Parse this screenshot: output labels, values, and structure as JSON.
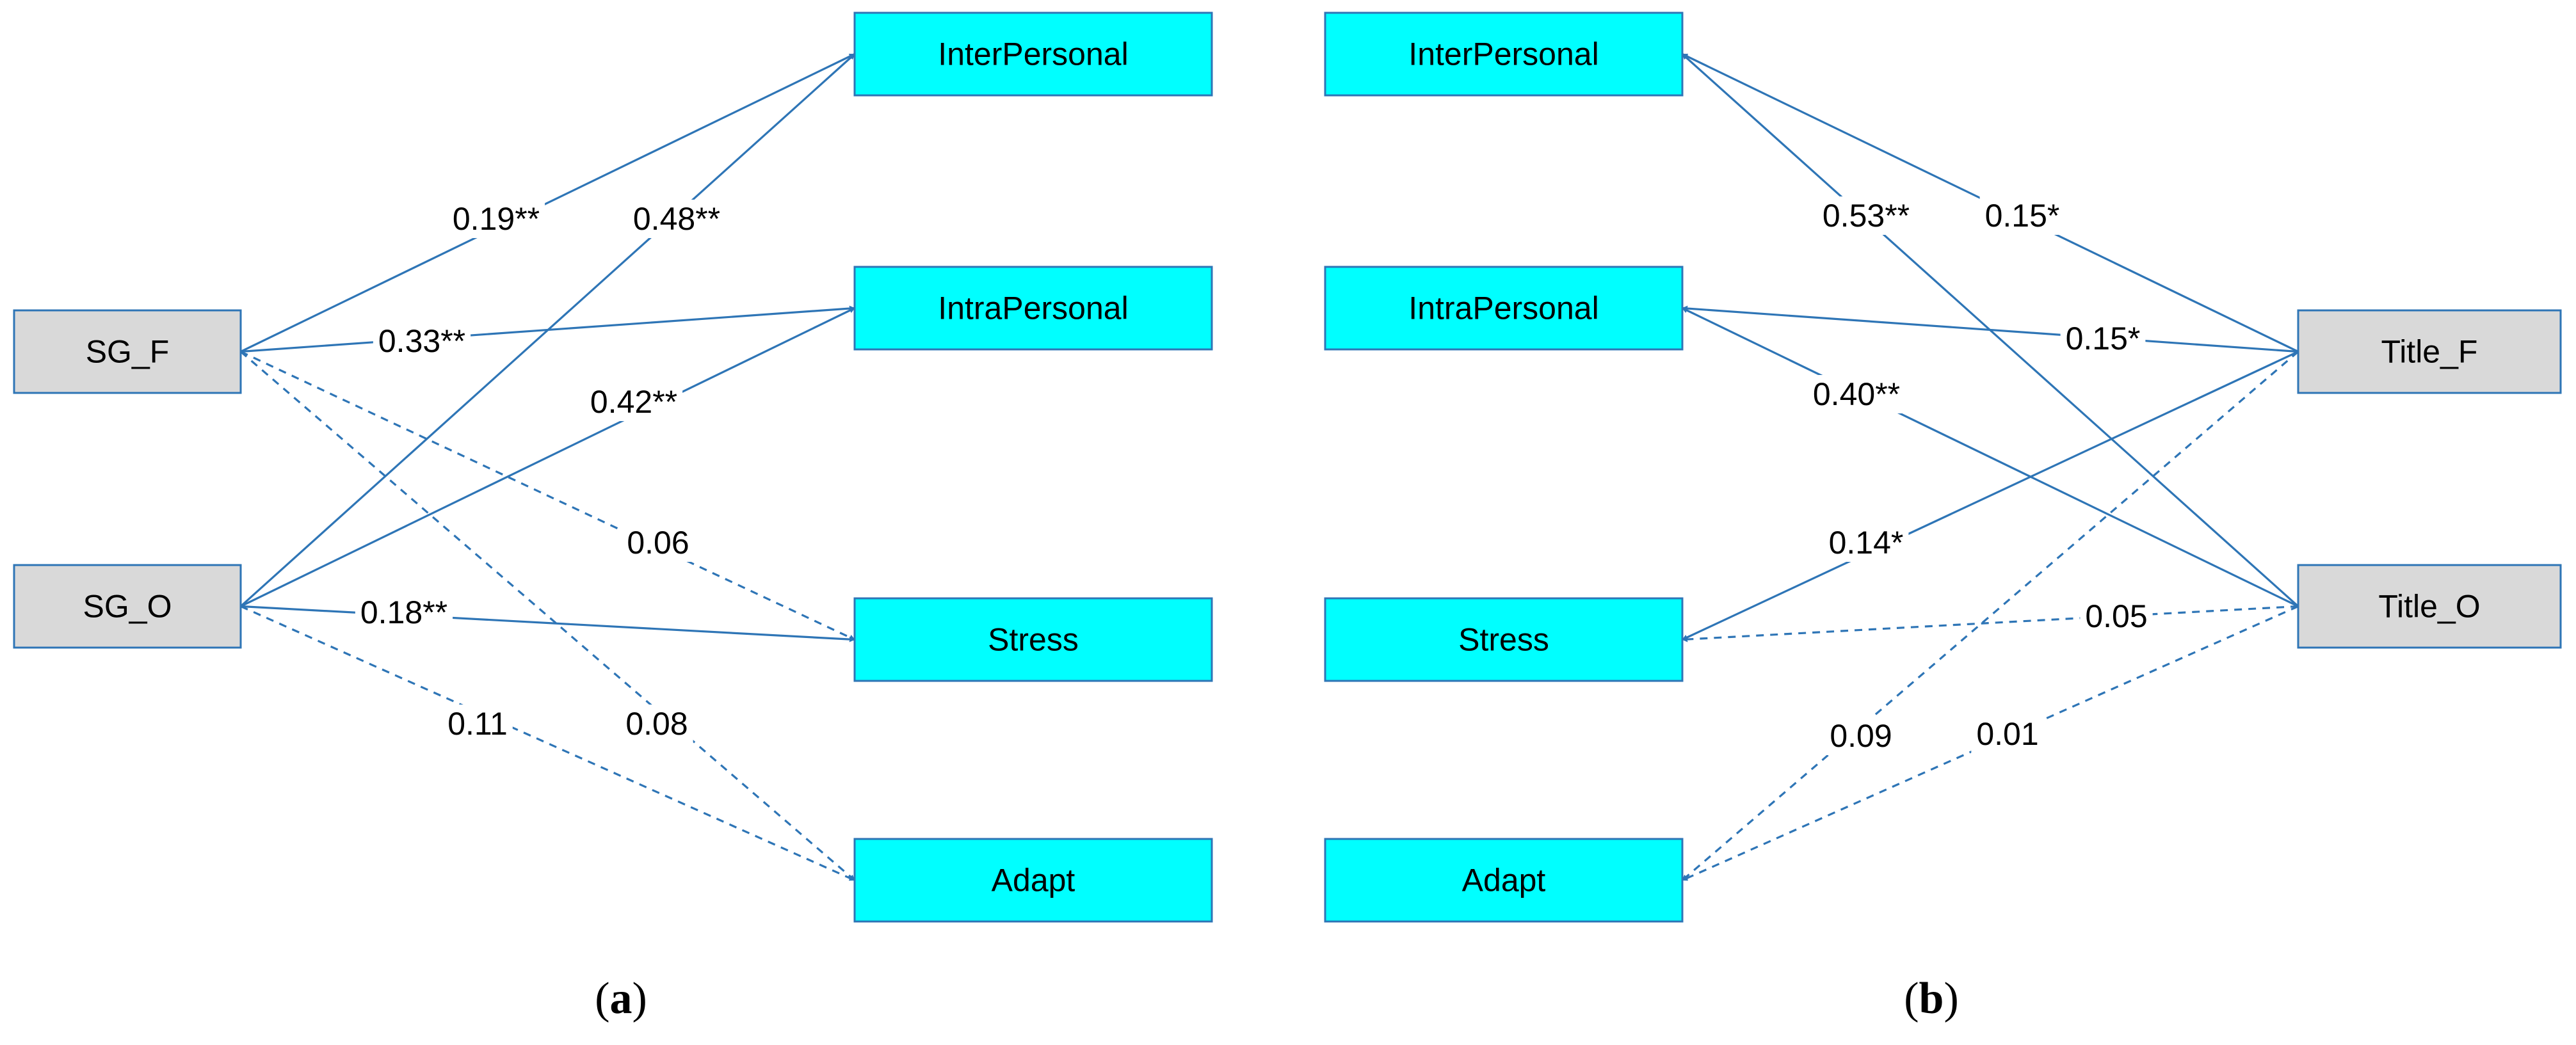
{
  "panels": [
    {
      "id": "a",
      "label_open": "(",
      "label_letter": "a",
      "label_close": ")"
    },
    {
      "id": "b",
      "label_open": "(",
      "label_letter": "b",
      "label_close": ")"
    }
  ],
  "nodes": {
    "a_inter": {
      "label": "InterPersonal",
      "kind": "outcome"
    },
    "a_intra": {
      "label": "IntraPersonal",
      "kind": "outcome"
    },
    "a_stress": {
      "label": "Stress",
      "kind": "outcome"
    },
    "a_adapt": {
      "label": "Adapt",
      "kind": "outcome"
    },
    "sg_f": {
      "label": "SG_F",
      "kind": "predictor"
    },
    "sg_o": {
      "label": "SG_O",
      "kind": "predictor"
    },
    "b_inter": {
      "label": "InterPersonal",
      "kind": "outcome"
    },
    "b_intra": {
      "label": "IntraPersonal",
      "kind": "outcome"
    },
    "b_stress": {
      "label": "Stress",
      "kind": "outcome"
    },
    "b_adapt": {
      "label": "Adapt",
      "kind": "outcome"
    },
    "title_f": {
      "label": "Title_F",
      "kind": "predictor"
    },
    "title_o": {
      "label": "Title_O",
      "kind": "predictor"
    }
  },
  "edges": [
    {
      "from": "sg_f",
      "to": "a_inter",
      "coef": "0.19**",
      "style": "solid"
    },
    {
      "from": "sg_o",
      "to": "a_inter",
      "coef": "0.48**",
      "style": "solid"
    },
    {
      "from": "sg_f",
      "to": "a_intra",
      "coef": "0.33**",
      "style": "solid"
    },
    {
      "from": "sg_o",
      "to": "a_intra",
      "coef": "0.42**",
      "style": "solid"
    },
    {
      "from": "sg_f",
      "to": "a_stress",
      "coef": "0.06",
      "style": "dashed"
    },
    {
      "from": "sg_o",
      "to": "a_stress",
      "coef": "0.18**",
      "style": "solid"
    },
    {
      "from": "sg_o",
      "to": "a_adapt",
      "coef": "0.11",
      "style": "dashed"
    },
    {
      "from": "sg_f",
      "to": "a_adapt",
      "coef": "0.08",
      "style": "dashed"
    },
    {
      "from": "title_o",
      "to": "b_inter",
      "coef": "0.53**",
      "style": "solid"
    },
    {
      "from": "title_f",
      "to": "b_inter",
      "coef": "0.15*",
      "style": "solid"
    },
    {
      "from": "title_f",
      "to": "b_intra",
      "coef": "0.15*",
      "style": "solid"
    },
    {
      "from": "title_o",
      "to": "b_intra",
      "coef": "0.40**",
      "style": "solid"
    },
    {
      "from": "title_f",
      "to": "b_stress",
      "coef": "0.14*",
      "style": "solid"
    },
    {
      "from": "title_o",
      "to": "b_stress",
      "coef": "0.05",
      "style": "dashed"
    },
    {
      "from": "title_f",
      "to": "b_adapt",
      "coef": "0.09",
      "style": "dashed"
    },
    {
      "from": "title_o",
      "to": "b_adapt",
      "coef": "0.01",
      "style": "dashed"
    }
  ],
  "colors": {
    "outcome_fill": "#00ffff",
    "predictor_fill": "#d9d9d9",
    "border": "#2e75b6",
    "edge": "#2e75b6",
    "text": "#000000"
  }
}
